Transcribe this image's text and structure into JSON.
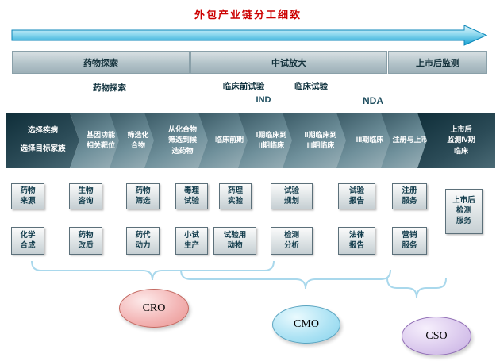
{
  "title": {
    "text": "外包产业链分工细致"
  },
  "stages": [
    {
      "label": "药物探索"
    },
    {
      "label": "中试放大"
    },
    {
      "label": "上市后监测"
    }
  ],
  "milestones": {
    "discovery": "药物探索",
    "preclinical": "临床前试验",
    "ind": "IND",
    "clinical": "临床试验",
    "nda": "NDA"
  },
  "process_steps": [
    {
      "label": "选择疾病\n选择目标家族"
    },
    {
      "label": "基因功能\n相关靶位"
    },
    {
      "label": "筛选化\n合物"
    },
    {
      "label": "从化合物\n筛选到候\n选药物"
    },
    {
      "label": "临床前期"
    },
    {
      "label": "I期临床到\nII期临床"
    },
    {
      "label": "II期临床到\nIII期临床"
    },
    {
      "label": "III期临床"
    },
    {
      "label": "注册与上市"
    },
    {
      "label": "上市后\n监测IV期\n临床"
    }
  ],
  "services": {
    "row1": [
      {
        "label": "药物\n来源"
      },
      {
        "label": "生物\n咨询"
      },
      {
        "label": "药物\n筛选"
      },
      {
        "label": "毒理\n试验"
      },
      {
        "label": "药理\n实验"
      },
      {
        "label": "试验\n规划"
      },
      {
        "label": "试验\n报告"
      },
      {
        "label": "注册\n服务"
      }
    ],
    "row2": [
      {
        "label": "化学\n合成"
      },
      {
        "label": "药物\n改质"
      },
      {
        "label": "药代\n动力"
      },
      {
        "label": "小试\n生产"
      },
      {
        "label": "试验用\n动物"
      },
      {
        "label": "检测\n分析"
      },
      {
        "label": "法律\n报告"
      },
      {
        "label": "营销\n服务"
      }
    ],
    "side": {
      "label": "上市后\n检测\n服务"
    }
  },
  "groups": [
    {
      "label": "CRO",
      "color": "#f3b6b6"
    },
    {
      "label": "CMO",
      "color": "#aee3f4"
    },
    {
      "label": "CSO",
      "color": "#dccbee"
    }
  ]
}
